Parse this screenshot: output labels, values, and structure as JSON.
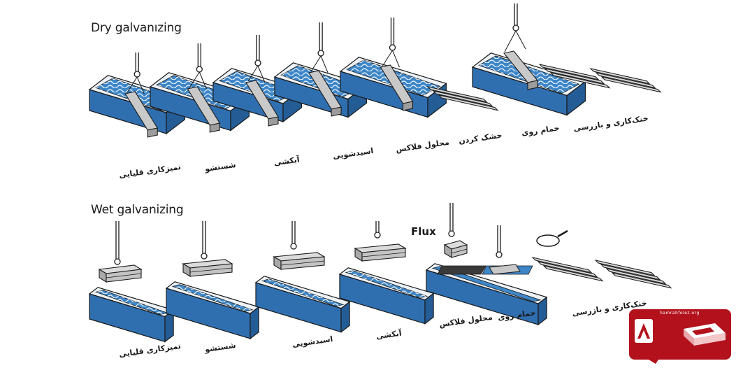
{
  "dry": {
    "title": "Dry galvanızing",
    "labels": [
      "تمیزکاری قلیایی",
      "شستشو",
      "آبکشی",
      "اسیدشویی",
      "محلول فلاکس",
      "خشک کردن",
      "حمام روی",
      "خنک‌کاری و بازرسی"
    ]
  },
  "wet": {
    "title": "Wet galvanizing",
    "flux": "Flux",
    "labels": [
      "تمیزکاری قلیایی",
      "شستشو",
      "اسیدشویی",
      "آبکشی",
      "محلول فلاکس",
      "حمام روی",
      "خنک‌کاری و بازرسی"
    ]
  },
  "badge": {
    "url": "hamrahfelez.org",
    "color": "#b3121c"
  },
  "colors": {
    "tank_blue": "#2f6fb0",
    "tank_rim": "#eef3f8",
    "liquid": "#3d86c8",
    "steel": "#c9c9c9",
    "outline": "#1a1a1a"
  }
}
